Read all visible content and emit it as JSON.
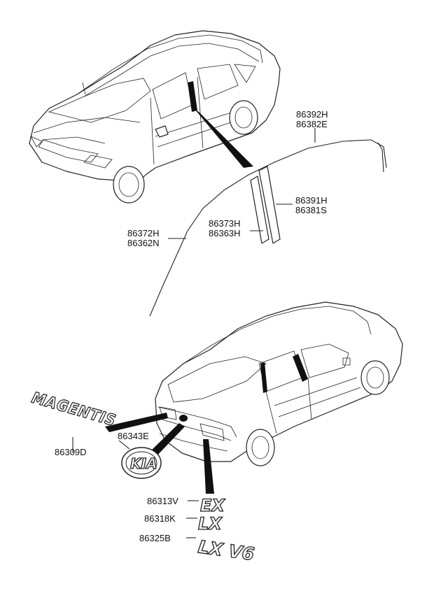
{
  "labels": {
    "upper_rear_molding": [
      "86392H",
      "86382E"
    ],
    "center_pillar_rear": [
      "86391H",
      "86381S"
    ],
    "center_pillar_front": [
      "86373H",
      "86363H"
    ],
    "front_frame_molding": [
      "86372H",
      "86362N"
    ],
    "magentis_emblem": "86309D",
    "kia_emblem": "86343E",
    "ex_emblem": "86313V",
    "lx_emblem": "86318K",
    "lxv6_emblem": "86325B"
  },
  "badges": {
    "magentis": "MAGENTIS",
    "kia": "KIA",
    "ex": "EX",
    "lx": "LX",
    "lxv6": "LX V6"
  }
}
